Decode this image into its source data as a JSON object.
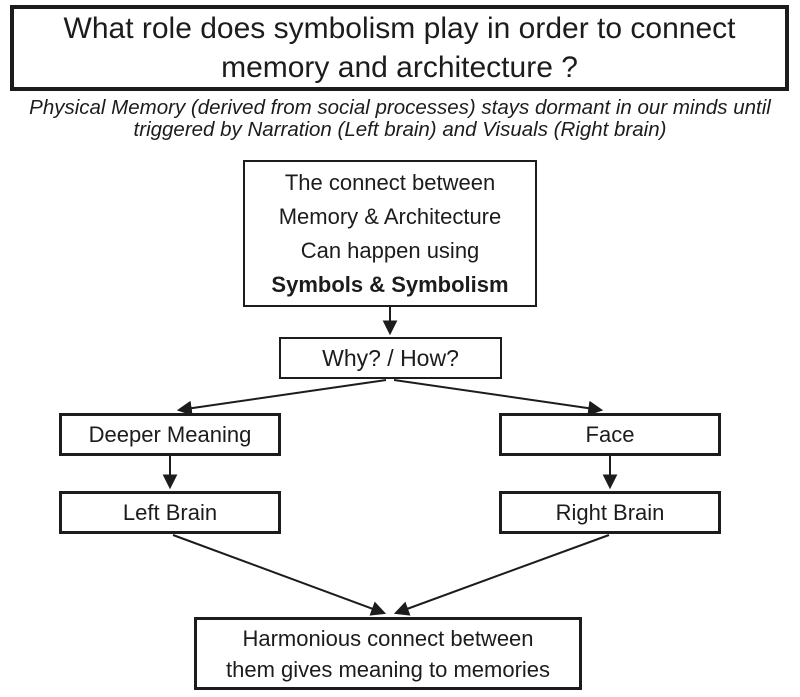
{
  "colors": {
    "text": "#1c1c1c",
    "border": "#1c1c1c",
    "background": "#ffffff"
  },
  "header": {
    "title_line1": "What role does symbolism play in order to connect",
    "title_line2": "memory and architecture ?",
    "subtitle_line1": "Physical Memory (derived from social processes) stays dormant in our minds until",
    "subtitle_line2": "triggered by Narration (Left brain) and Visuals (Right brain)"
  },
  "flowchart": {
    "connect_box": {
      "line1": "The connect between",
      "line2": "Memory & Architecture",
      "line3": "Can happen using",
      "line4": "Symbols & Symbolism"
    },
    "why_box": "Why? / How?",
    "deeper_meaning_box": "Deeper Meaning",
    "face_box": "Face",
    "left_brain_box": "Left Brain",
    "right_brain_box": "Right Brain",
    "harmonious_box": {
      "line1": "Harmonious connect between",
      "line2": "them gives meaning to memories"
    }
  }
}
